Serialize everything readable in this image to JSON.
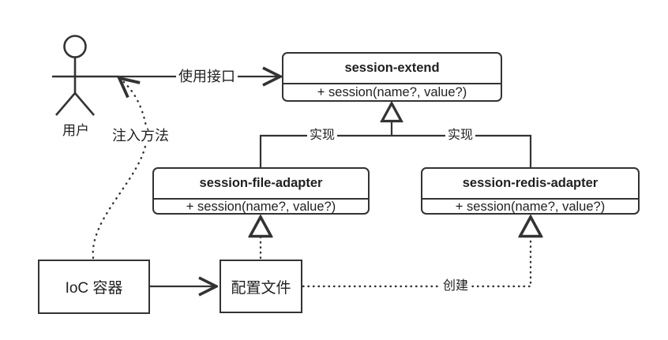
{
  "diagram": {
    "title": "session-extend UML class diagram",
    "stroke_color": "#333333",
    "text_color": "#1f1f1f",
    "background": "#ffffff"
  },
  "actor": {
    "name": "actor-user",
    "label": "用户"
  },
  "classes": [
    {
      "id": "session-extend",
      "title": "session-extend",
      "operations": "+ session(name?, value?)"
    },
    {
      "id": "session-file-adapter",
      "title": "session-file-adapter",
      "operations": "+ session(name?, value?)"
    },
    {
      "id": "session-redis-adapter",
      "title": "session-redis-adapter",
      "operations": "+ session(name?, value?)"
    }
  ],
  "nodes": [
    {
      "id": "ioc-container",
      "label": "IoC 容器"
    },
    {
      "id": "config-file",
      "label": "配置文件"
    }
  ],
  "edges": [
    {
      "id": "use-interface",
      "label": "使用接口"
    },
    {
      "id": "inject-method",
      "label": "注入方法"
    },
    {
      "id": "realize-file",
      "label": "实现"
    },
    {
      "id": "realize-redis",
      "label": "实现"
    },
    {
      "id": "create",
      "label": "创建"
    }
  ]
}
